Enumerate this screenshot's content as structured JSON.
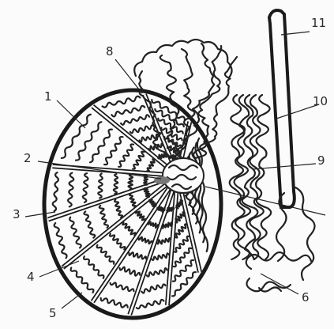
{
  "diagram": {
    "labels": [
      {
        "id": "label-1",
        "text": "1"
      },
      {
        "id": "label-2",
        "text": "2"
      },
      {
        "id": "label-3",
        "text": "3"
      },
      {
        "id": "label-4",
        "text": "4"
      },
      {
        "id": "label-5",
        "text": "5"
      },
      {
        "id": "label-6",
        "text": "6"
      },
      {
        "id": "label-8",
        "text": "8"
      },
      {
        "id": "label-9",
        "text": "9"
      },
      {
        "id": "label-10",
        "text": "10"
      },
      {
        "id": "label-11",
        "text": "11"
      }
    ],
    "ink_color": "#222222",
    "background_color": "#fbfbfb"
  }
}
